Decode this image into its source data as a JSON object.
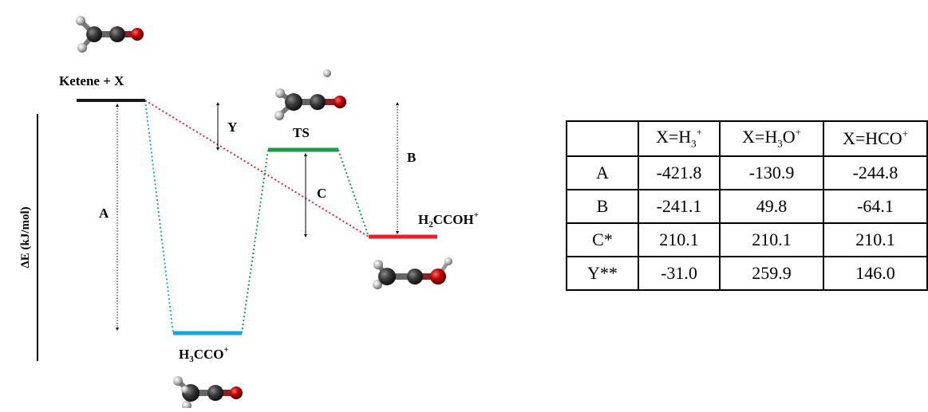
{
  "diagram": {
    "y_axis_label": "ΔE (kJ/mol)",
    "levels": {
      "reactant": {
        "label": "Ketene + X",
        "color": "#1a1a1a"
      },
      "intermediate": {
        "label_main": "H",
        "label_sub": "3",
        "label_rest": "CCO",
        "label_sup": "+",
        "color": "#1aa4dc"
      },
      "ts": {
        "label": "TS",
        "color": "#1a9a4a"
      },
      "product": {
        "label_main": "H",
        "label_sub": "2",
        "label_rest": "CCOH",
        "label_sup": "+",
        "color": "#e8202e"
      }
    },
    "arrow_labels": {
      "A": "A",
      "B": "B",
      "C": "C",
      "Y": "Y"
    },
    "connector_colors": {
      "to_intermediate": "#1aa4dc",
      "intermediate_ts": "#1a9a4a",
      "ts_product": "#1a9a4a",
      "direct": "#e8202e"
    }
  },
  "table": {
    "headers": [
      "",
      {
        "main": "X=H",
        "sub": "3",
        "sup": "+"
      },
      {
        "main": "X=H",
        "sub": "3",
        "rest": "O",
        "sup": "+"
      },
      {
        "main": "X=HCO",
        "sup": "+"
      }
    ],
    "rows": [
      {
        "label": "A",
        "values": [
          "-421.8",
          "-130.9",
          "-244.8"
        ]
      },
      {
        "label": "B",
        "values": [
          "-241.1",
          "49.8",
          "-64.1"
        ]
      },
      {
        "label": "C*",
        "values": [
          "210.1",
          "210.1",
          "210.1"
        ]
      },
      {
        "label": "Y**",
        "values": [
          "-31.0",
          "259.9",
          "146.0"
        ]
      }
    ]
  }
}
